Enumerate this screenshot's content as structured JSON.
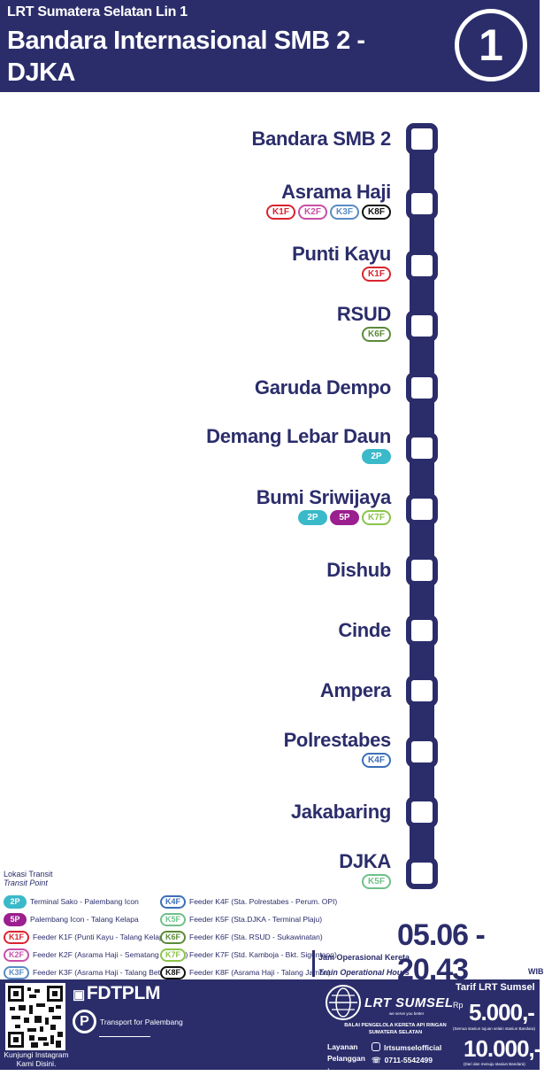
{
  "header": {
    "line_name": "LRT Sumatera Selatan Lin 1",
    "route": "Bandara Internasional SMB 2 - DJKA",
    "line_number": "1"
  },
  "stations": [
    {
      "name": "Bandara SMB 2",
      "badges": []
    },
    {
      "name": "Asrama Haji",
      "badges": [
        "K1F",
        "K2F",
        "K3F",
        "K8F"
      ]
    },
    {
      "name": "Punti Kayu",
      "badges": [
        "K1F"
      ]
    },
    {
      "name": "RSUD",
      "badges": [
        "K6F"
      ]
    },
    {
      "name": "Garuda Dempo",
      "badges": []
    },
    {
      "name": "Demang Lebar Daun",
      "badges": [
        "2P"
      ]
    },
    {
      "name": "Bumi Sriwijaya",
      "badges": [
        "2P",
        "5P",
        "K7F"
      ]
    },
    {
      "name": "Dishub",
      "badges": []
    },
    {
      "name": "Cinde",
      "badges": []
    },
    {
      "name": "Ampera",
      "badges": []
    },
    {
      "name": "Polrestabes",
      "badges": [
        "K4F"
      ]
    },
    {
      "name": "Jakabaring",
      "badges": []
    },
    {
      "name": "DJKA",
      "badges": [
        "K5F"
      ]
    }
  ],
  "badge_colors": {
    "2P": "#3ab9c9",
    "5P": "#9b1f8f",
    "K1F": "#d9252f",
    "K2F": "#c84fa8",
    "K3F": "#5a8bc6",
    "K4F": "#3b6fb8",
    "K5F": "#6fc08a",
    "K6F": "#5b8a3a",
    "K7F": "#8bc34a",
    "K8F": "#111111"
  },
  "filled_badges": [
    "2P",
    "5P"
  ],
  "legend": {
    "title": "Lokasi Transit",
    "subtitle": "Transit Point",
    "col1": [
      {
        "code": "2P",
        "desc": "Terminal Sako - Palembang Icon"
      },
      {
        "code": "5P",
        "desc": "Palembang Icon - Talang Kelapa"
      },
      {
        "code": "K1F",
        "desc": "Feeder K1F (Punti Kayu - Talang Kelapa)"
      },
      {
        "code": "K2F",
        "desc": "Feeder K2F (Asrama Haji - Sematang Borang)"
      },
      {
        "code": "K3F",
        "desc": "Feeder K3F (Asrama Haji - Talang Betutu)"
      }
    ],
    "col2": [
      {
        "code": "K4F",
        "desc": "Feeder K4F (Sta. Polrestabes - Perum. OPI)"
      },
      {
        "code": "K5F",
        "desc": "Feeder K5F (Sta.DJKA - Terminal Plaju)"
      },
      {
        "code": "K6F",
        "desc": "Feeder K6F (Sta. RSUD - Sukawinatan)"
      },
      {
        "code": "K7F",
        "desc": "Feeder K7F (Std. Kamboja - Bkt. Siguntang)"
      },
      {
        "code": "K8F",
        "desc": "Feeder K8F (Asrama Haji - Talang Jambe)"
      }
    ]
  },
  "hours": {
    "value": "05.06 - 20.43",
    "label": "Jam Operasional Kereta",
    "label_en": "Train Operational Hours",
    "tz": "WIB"
  },
  "footer": {
    "instagram_caption": "Kunjungi Instagram Kami Disini.",
    "fdtplm": "FDTPLM",
    "transport_for": "Transport for Palembang",
    "lrt_logo": "LRT SUMSEL",
    "lrt_tagline": "we serve you better",
    "balai": "BALAI PENGELOLA KERETA API RINGAN SUMATERA SELATAN",
    "layanan": "Layanan Pelanggan :",
    "instagram": "lrtsumselofficial",
    "phone": "0711-5542499",
    "tarif_title": "Tarif LRT Sumsel",
    "currency": "Rp",
    "price1": "5.000,-",
    "price1_note": "(Semua stasiun tujuan selain stasiun Bandara)",
    "price2": "10.000,-",
    "price2_note": "(Dari dan menuju stasiun Bandara)"
  }
}
